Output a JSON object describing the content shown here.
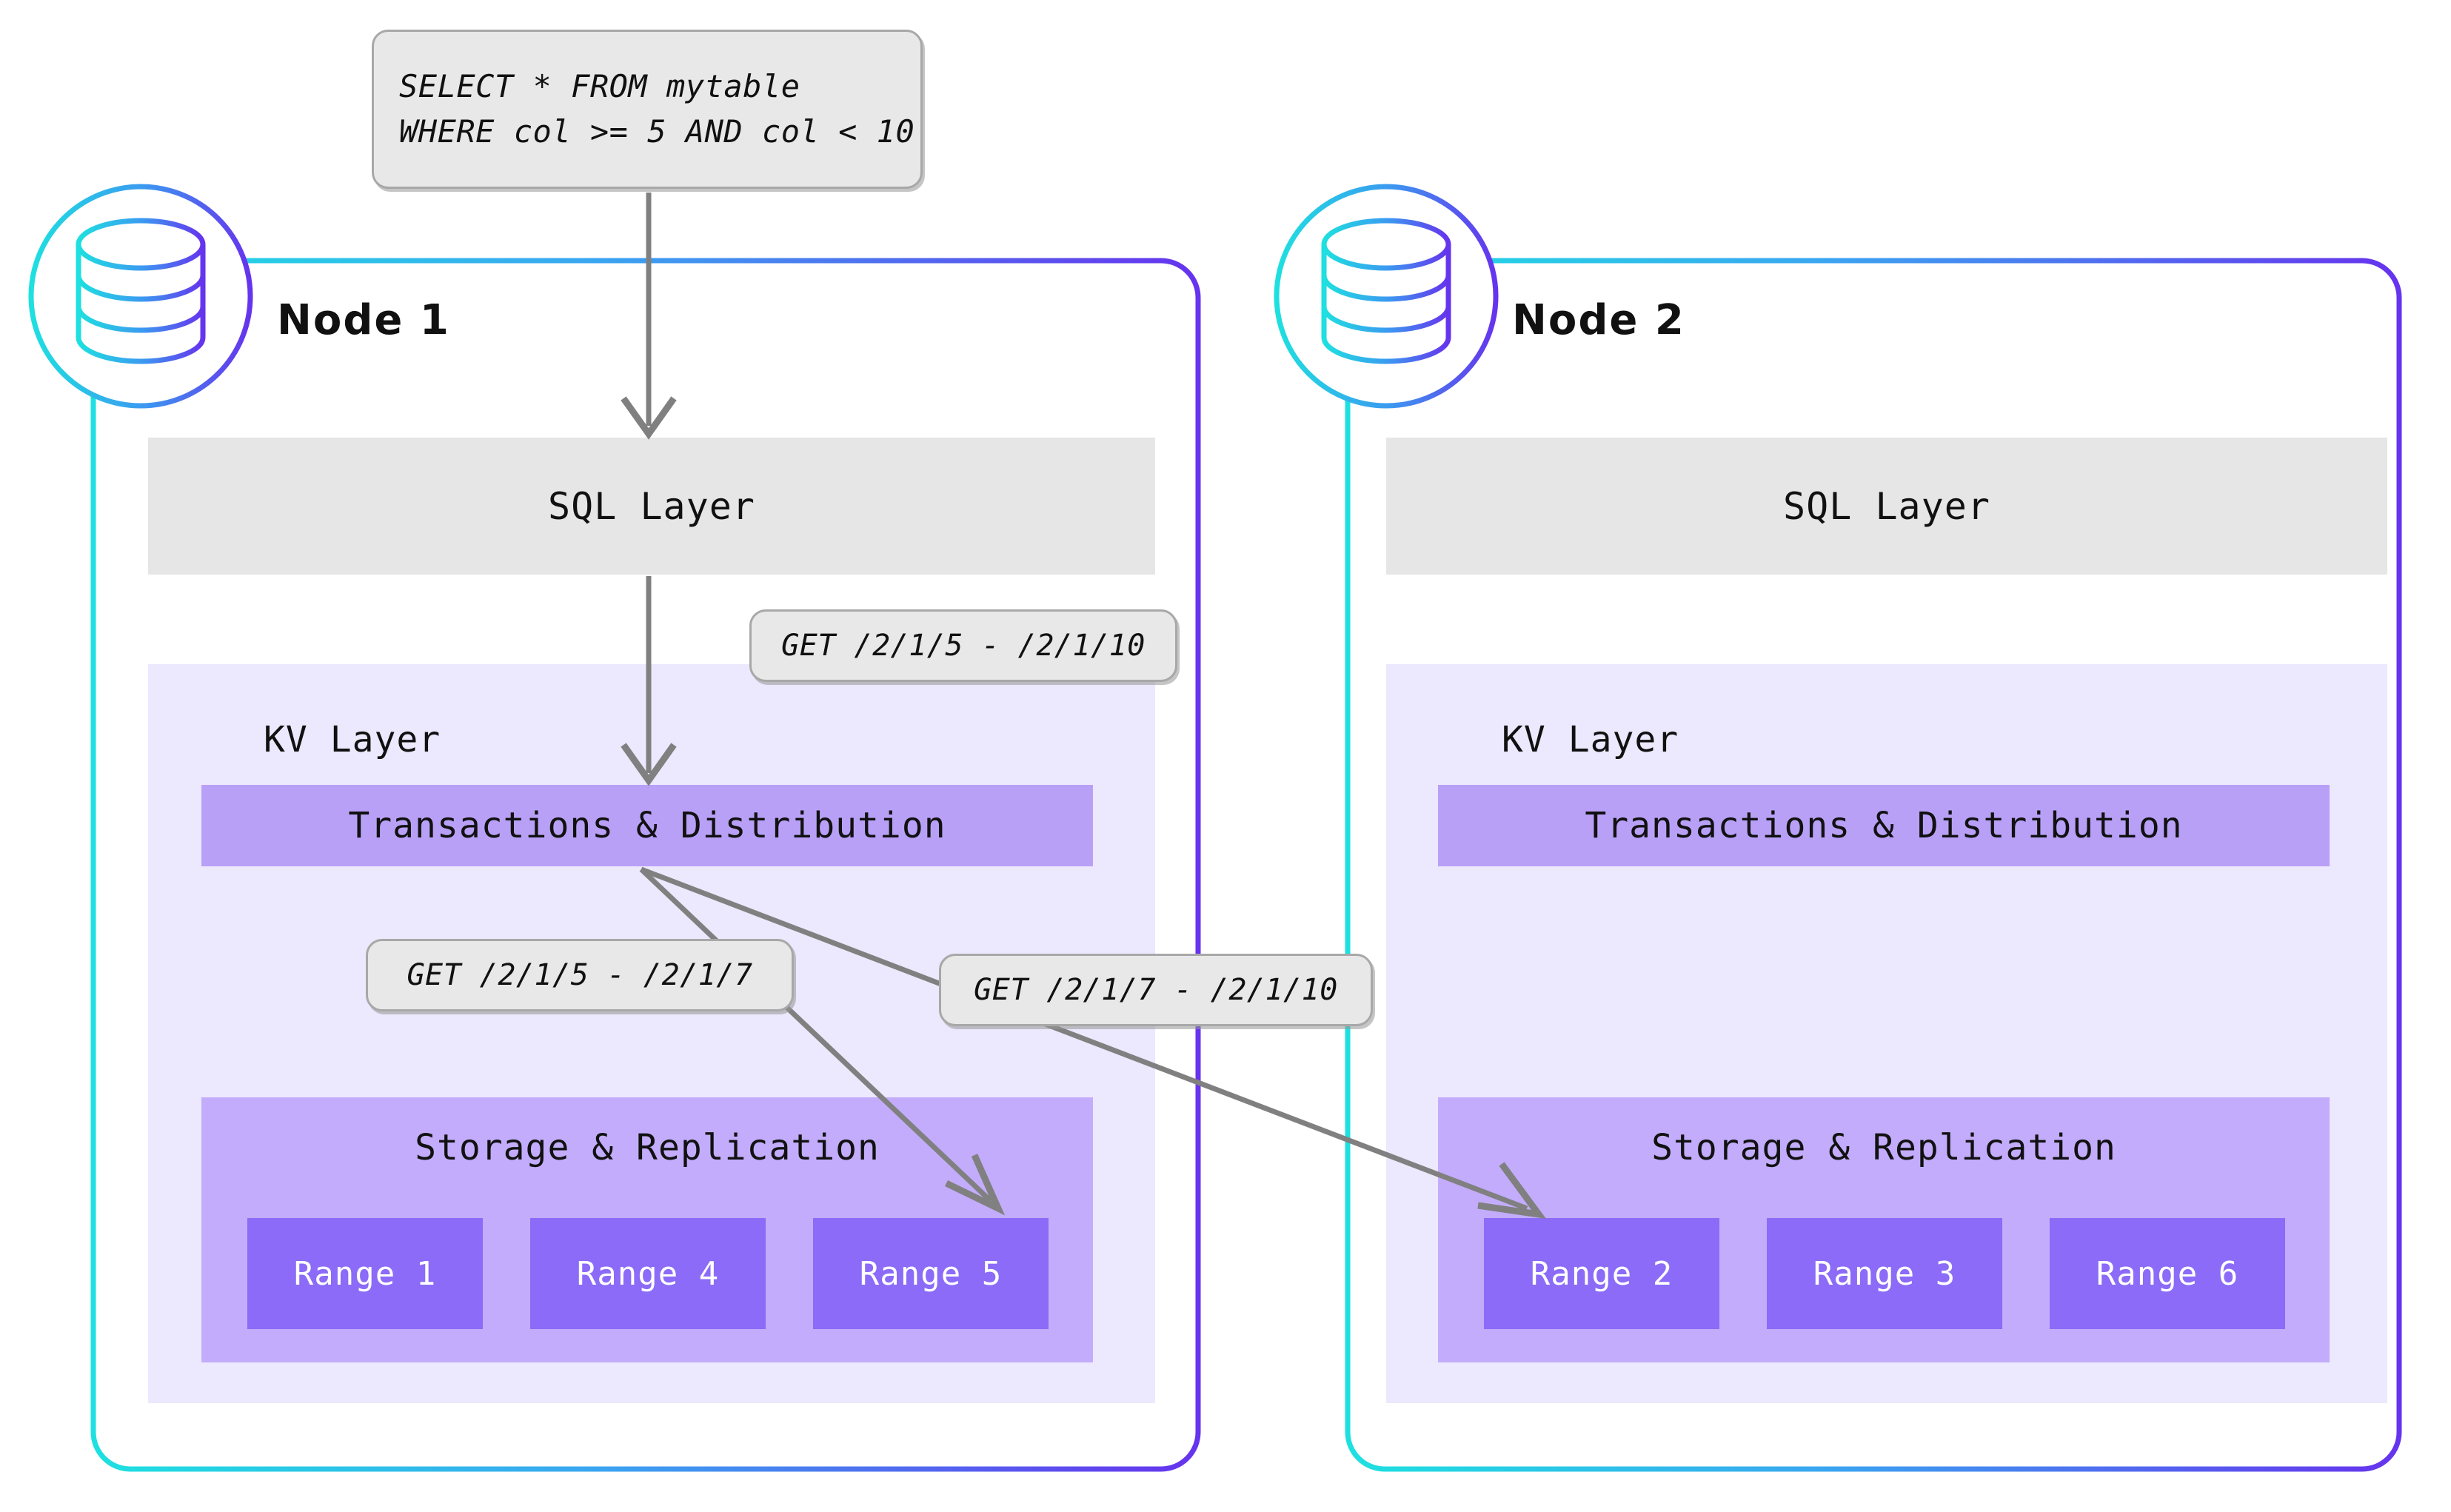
{
  "diagram": {
    "title": "CockroachDB distributed SQL query routing across two nodes",
    "colors": {
      "page_background": "#ffffff",
      "node_border_start": "#1ee0e0",
      "node_border_end": "#6633ee",
      "sql_layer_fill": "#e6e6e6",
      "kv_layer_fill": "#ece8fd",
      "transactions_fill": "#b9a0f7",
      "storage_fill": "#c3acfb",
      "range_fill": "#8b6bf7",
      "range_text": "#ffffff",
      "callout_fill": "#e8e8e8",
      "callout_border": "#a8a8a8",
      "arrow_stroke": "#808080",
      "text_primary": "#111111"
    }
  },
  "query_callout": {
    "name": "sql-query",
    "line1": "SELECT * FROM mytable",
    "line2": "WHERE col >= 5 AND col < 10"
  },
  "nodes": [
    {
      "id": "node-1",
      "title": "Node 1",
      "icon": "database-icon",
      "sql_layer": {
        "label": "SQL Layer"
      },
      "kv_layer": {
        "label": "KV Layer",
        "transactions": {
          "label": "Transactions & Distribution"
        },
        "storage": {
          "label": "Storage & Replication",
          "ranges": [
            {
              "label": "Range 1"
            },
            {
              "label": "Range 4"
            },
            {
              "label": "Range 5"
            }
          ]
        }
      }
    },
    {
      "id": "node-2",
      "title": "Node 2",
      "icon": "database-icon",
      "sql_layer": {
        "label": "SQL Layer"
      },
      "kv_layer": {
        "label": "KV Layer",
        "transactions": {
          "label": "Transactions & Distribution"
        },
        "storage": {
          "label": "Storage & Replication",
          "ranges": [
            {
              "label": "Range 2"
            },
            {
              "label": "Range 3"
            },
            {
              "label": "Range 6"
            }
          ]
        }
      }
    }
  ],
  "get_labels": [
    {
      "name": "get-label-full",
      "text": "GET /2/1/5 - /2/1/10"
    },
    {
      "name": "get-label-local",
      "text": "GET /2/1/5 - /2/1/7"
    },
    {
      "name": "get-label-remote",
      "text": "GET /2/1/7 - /2/1/10"
    }
  ],
  "arrows": [
    {
      "name": "arrow-query-to-sql-layer",
      "from": "sql-query",
      "to": "node-1 SQL Layer"
    },
    {
      "name": "arrow-sql-to-transactions",
      "from": "node-1 SQL Layer",
      "to": "node-1 Transactions & Distribution"
    },
    {
      "name": "arrow-transactions-to-range-5",
      "from": "node-1 Transactions & Distribution",
      "to": "node-1 Range 5"
    },
    {
      "name": "arrow-transactions-to-range-2",
      "from": "node-1 Transactions & Distribution",
      "to": "node-2 Range 2"
    }
  ]
}
